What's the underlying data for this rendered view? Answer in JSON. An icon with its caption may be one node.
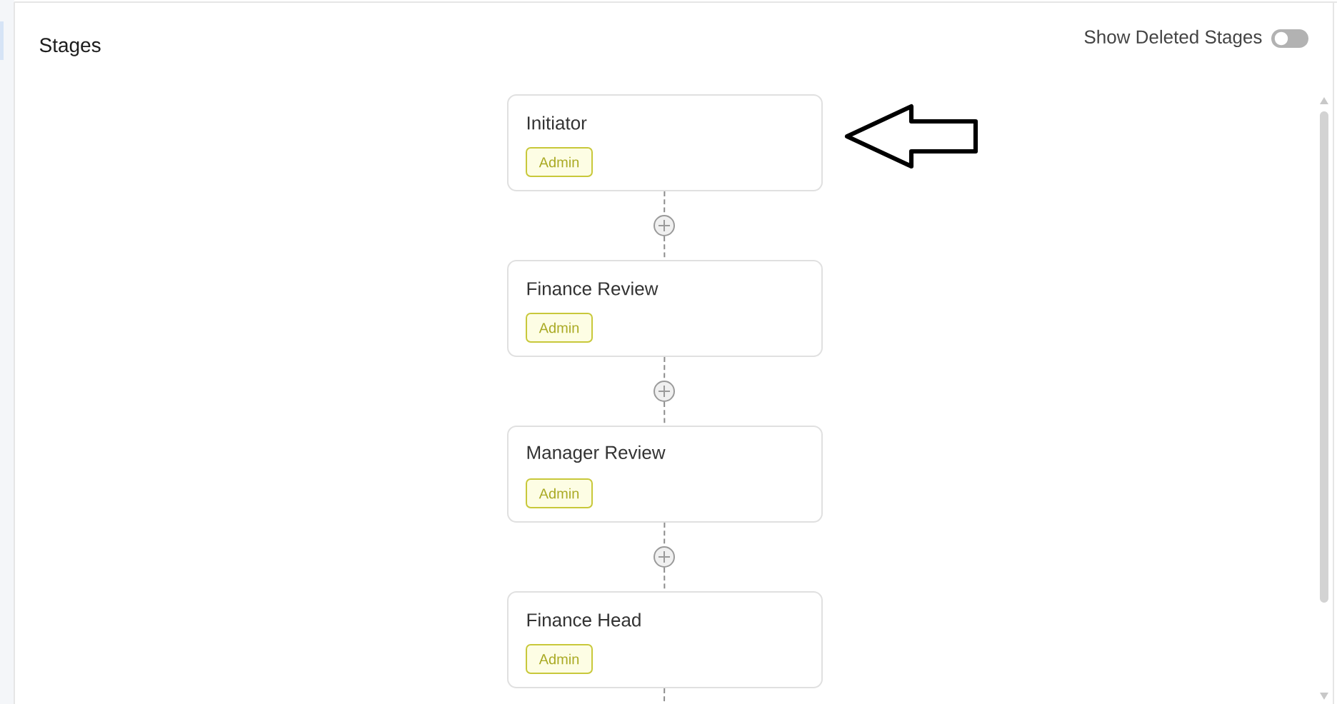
{
  "diagram": {
    "title": "Stages",
    "nodes": [
      {
        "text": [
          "Initiator"
        ]
      },
      {
        "text": [
          "Admin"
        ],
        "in": 0
      },
      {
        "text": [],
        "shape": "circle"
      },
      {
        "text": [
          "Finance Review"
        ]
      },
      {
        "text": [
          "Admin"
        ],
        "in": 3
      },
      {
        "text": [],
        "shape": "circle"
      },
      {
        "text": [
          "Manager Review"
        ]
      },
      {
        "text": [
          "Admin"
        ],
        "in": 6
      },
      {
        "text": [],
        "shape": "circle"
      },
      {
        "text": [
          "Finance Head"
        ]
      },
      {
        "text": [
          "Admin"
        ],
        "in": 9
      }
    ],
    "edges": [
      {
        "from": 0,
        "to": 2,
        "arrow": "none",
        "style": "dashed"
      },
      {
        "from": 2,
        "to": 3,
        "arrow": "none",
        "style": "dashed"
      },
      {
        "from": 3,
        "to": 5,
        "arrow": "none",
        "style": "dashed"
      },
      {
        "from": 5,
        "to": 6,
        "arrow": "none",
        "style": "dashed"
      },
      {
        "from": 6,
        "to": 8,
        "arrow": "none",
        "style": "dashed"
      },
      {
        "from": 8,
        "to": 9,
        "arrow": "none",
        "style": "dashed"
      },
      {
        "from": 9,
        "to": null,
        "arrow": "none",
        "style": "dashed"
      },
      {
        "from": null,
        "to": 0,
        "arrow": "to",
        "style": "thick",
        "color": "#000000"
      }
    ],
    "labels": [
      "Show Deleted Stages"
    ]
  }
}
